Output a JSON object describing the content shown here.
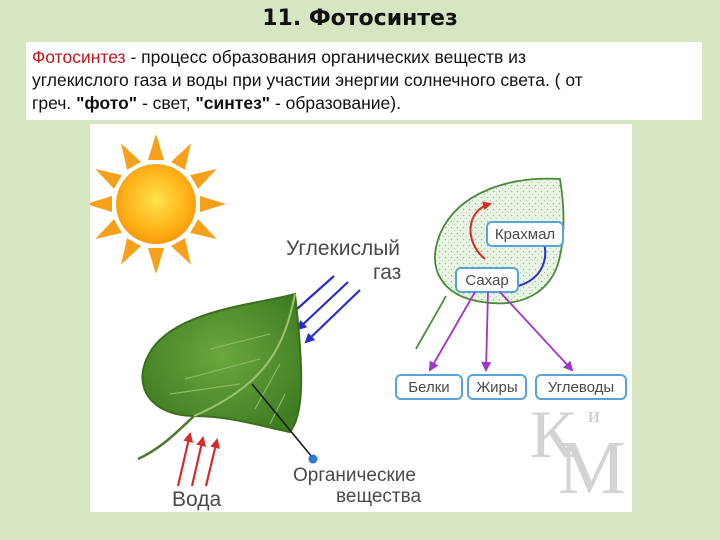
{
  "slide": {
    "title": "11. Фотосинтез",
    "definition": {
      "term": "Фотосинтез",
      "line1_rest": " - процесс образования органических веществ из",
      "line2": "углекислого газа и воды при участии энергии солнечного света. ( от",
      "line3_pre": "греч. ",
      "word1": "\"фото\"",
      "line3_mid": " - свет, ",
      "word2": "\"синтез\"",
      "line3_post": " - образование)."
    }
  },
  "diagram": {
    "co2_label_line1": "Углекислый",
    "co2_label_line2": "газ",
    "water_label": "Вода",
    "organic_label_line1": "Органические",
    "organic_label_line2": "вещества",
    "starch_label": "Крахмал",
    "sugar_label": "Сахар",
    "products": [
      "Белки",
      "Жиры",
      "Углеводы"
    ],
    "logo_letters": {
      "k": "К",
      "i": "и",
      "m": "М"
    }
  },
  "colors": {
    "background": "#d6e6c2",
    "term_red": "#c0141b",
    "arrow_blue": "#2a2ec9",
    "arrow_red": "#d42b2b",
    "arrow_purple": "#a235c8",
    "box_border": "#58a4d8"
  }
}
